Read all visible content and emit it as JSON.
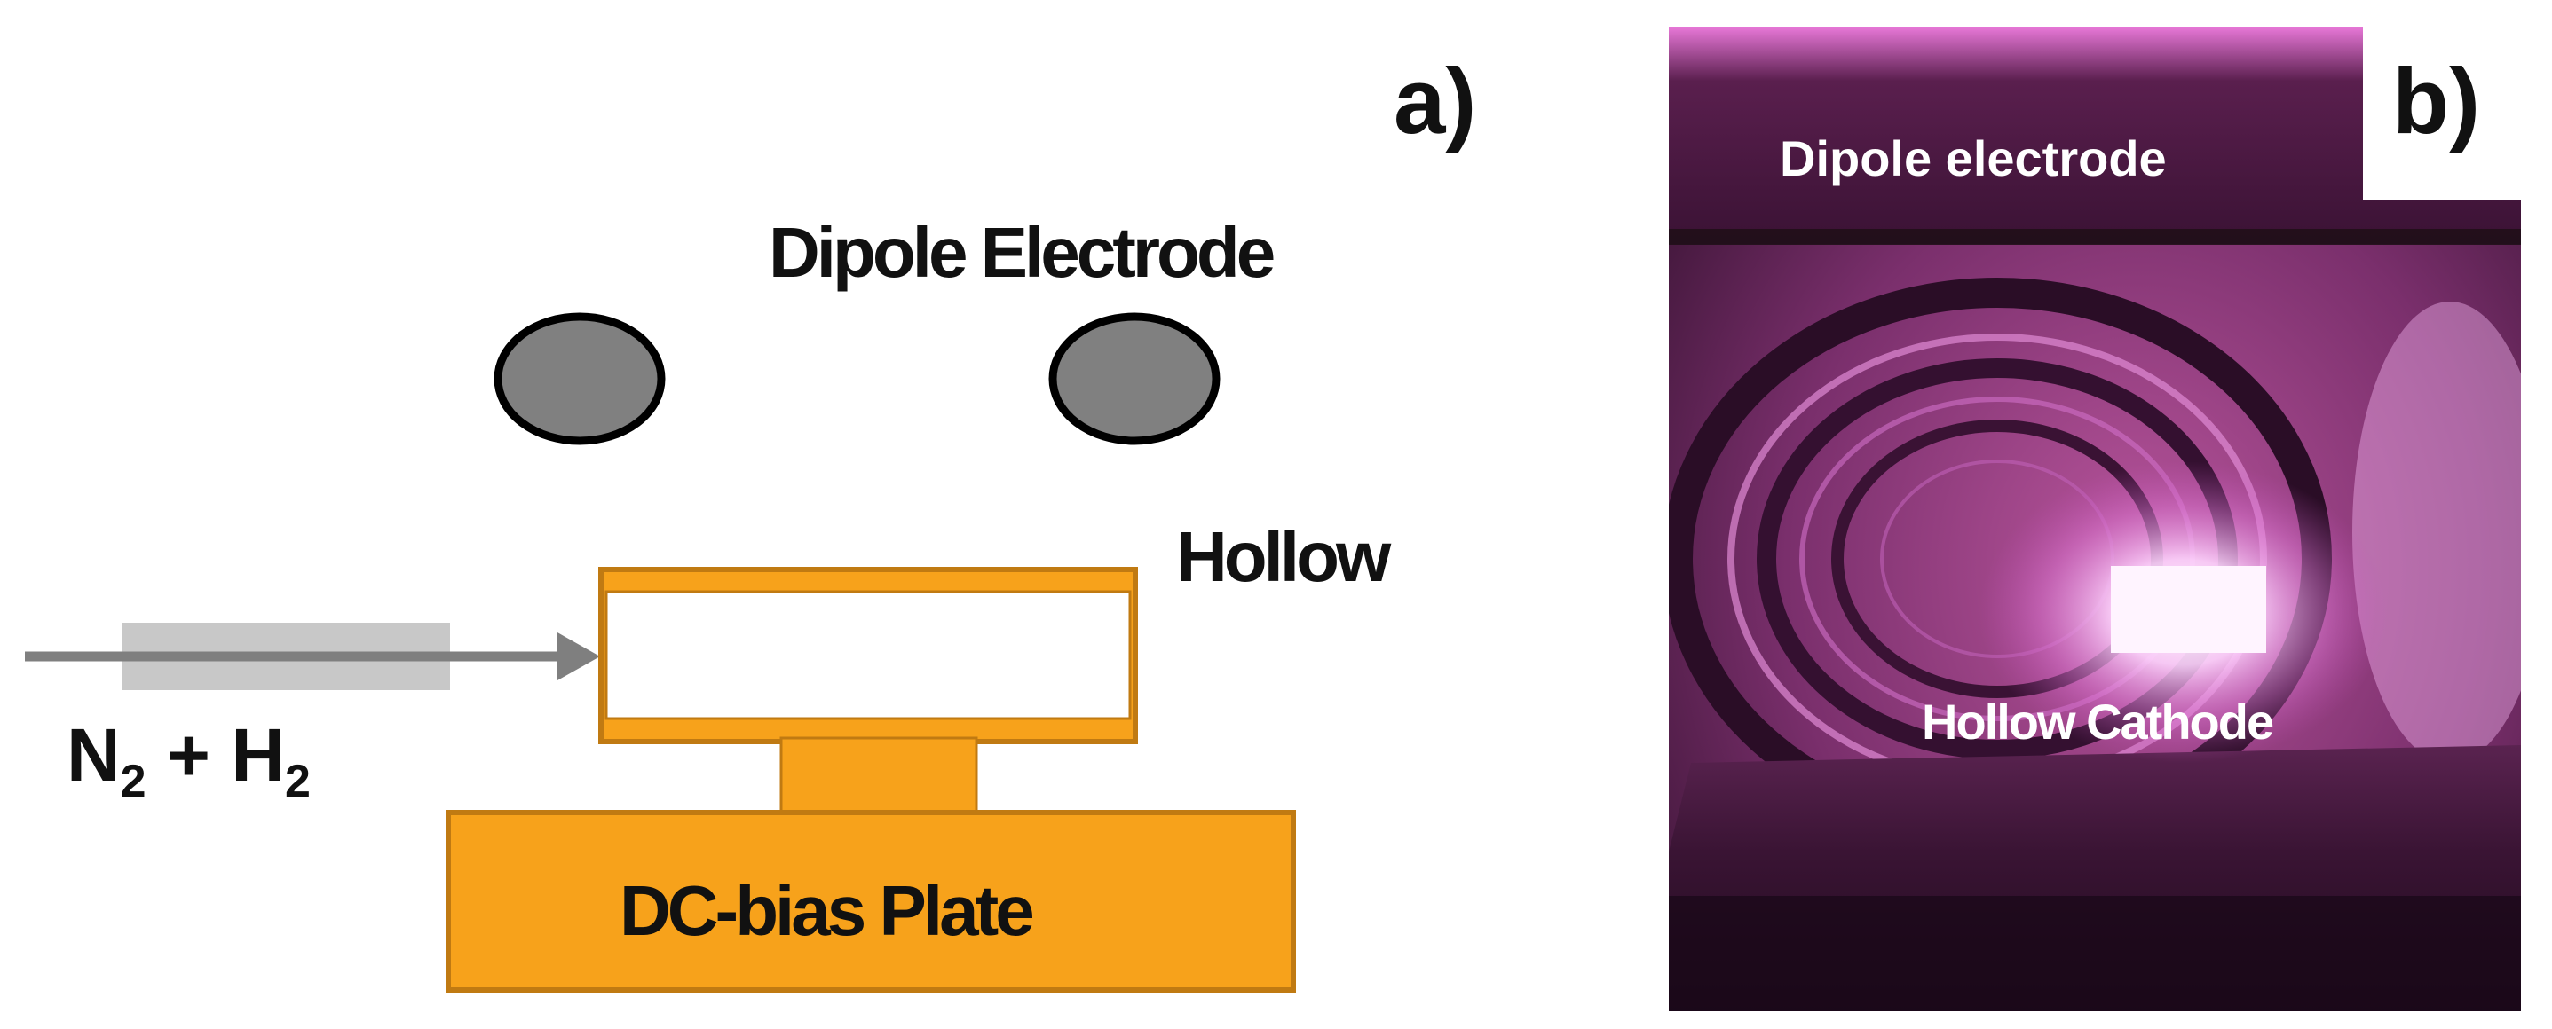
{
  "panel_a": {
    "label": "a)",
    "dipole_label": "Dipole Electrode",
    "hollow_label": "Hollow",
    "gas_label": {
      "n": "N",
      "n_sub": "2",
      "plus": " + ",
      "h": "H",
      "h_sub": "2"
    },
    "plate_label": "DC-bias Plate"
  },
  "panel_b": {
    "label": "b)",
    "dipole_label": "Dipole electrode",
    "cathode_label": "Hollow Cathode"
  },
  "colors": {
    "electrode_fill": "#808080",
    "orange": "#f7a21b",
    "orange_stroke": "#c07a12",
    "arrow": "#7f7f7f",
    "tube": "#c8c8c8",
    "plasma_pink": "#e060d0"
  }
}
